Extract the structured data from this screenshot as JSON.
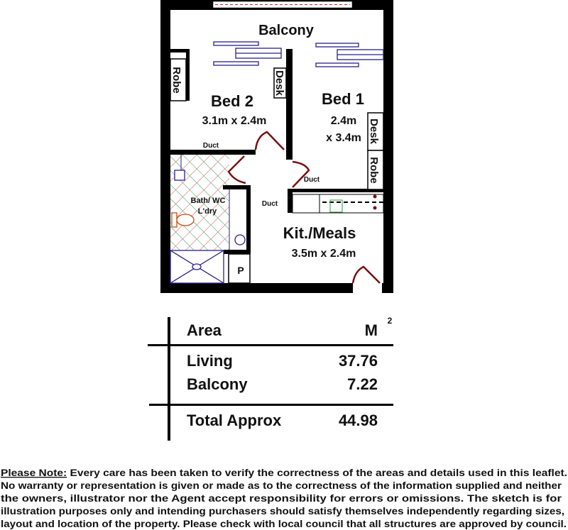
{
  "plan": {
    "rooms": {
      "balcony": "Balcony",
      "bed2": {
        "name": "Bed 2",
        "size": "3.1m x 2.4m"
      },
      "bed1": {
        "name": "Bed 1",
        "size_line1": "2.4m",
        "size_line2": "x 3.4m"
      },
      "kitchen": {
        "name": "Kit./Meals",
        "size": "3.5m x 2.4m"
      },
      "bath": {
        "line1": "Bath/ WC",
        "line2": "L'dry"
      }
    },
    "fixtures": {
      "robe_left": "Robe",
      "desk_bed2": "Desk",
      "desk_bed1": "Desk",
      "robe_bed1": "Robe",
      "duct_bed2": "Duct",
      "duct_bed1": "Duct",
      "duct_hall": "Duct",
      "pantry": "P"
    },
    "colors": {
      "wall": "#000000",
      "blind": "#2a1f8a",
      "door": "#7a1010",
      "tile_red": "#e05050",
      "tile_green": "#2a9a4a"
    }
  },
  "area_table": {
    "header": {
      "label": "Area",
      "unit": "M",
      "unit_sup": "2"
    },
    "rows": [
      {
        "label": "Living",
        "value": "37.76"
      },
      {
        "label": "Balcony",
        "value": "7.22"
      }
    ],
    "total": {
      "label": "Total Approx",
      "value": "44.98"
    }
  },
  "disclaimer": {
    "heading": "Please Note:",
    "line1": " Every care has  been  taken to verify  the correctness of the areas and   details used in  this leaflet.",
    "line2": "No warranty  or representation  is given or made as to the correctness of the information supplied  and neither",
    "line3": "the  owners,  illustrator  nor  the  Agent   accept   responsibility  for  errors  or  omissions.  The  sketch  is   for",
    "line4": "illustration purposes only and intending purchasers should satisfy themselves independently  regarding sizes,",
    "line5": "layout and location of the property.  Please check with local council that all structures are approved by council."
  }
}
